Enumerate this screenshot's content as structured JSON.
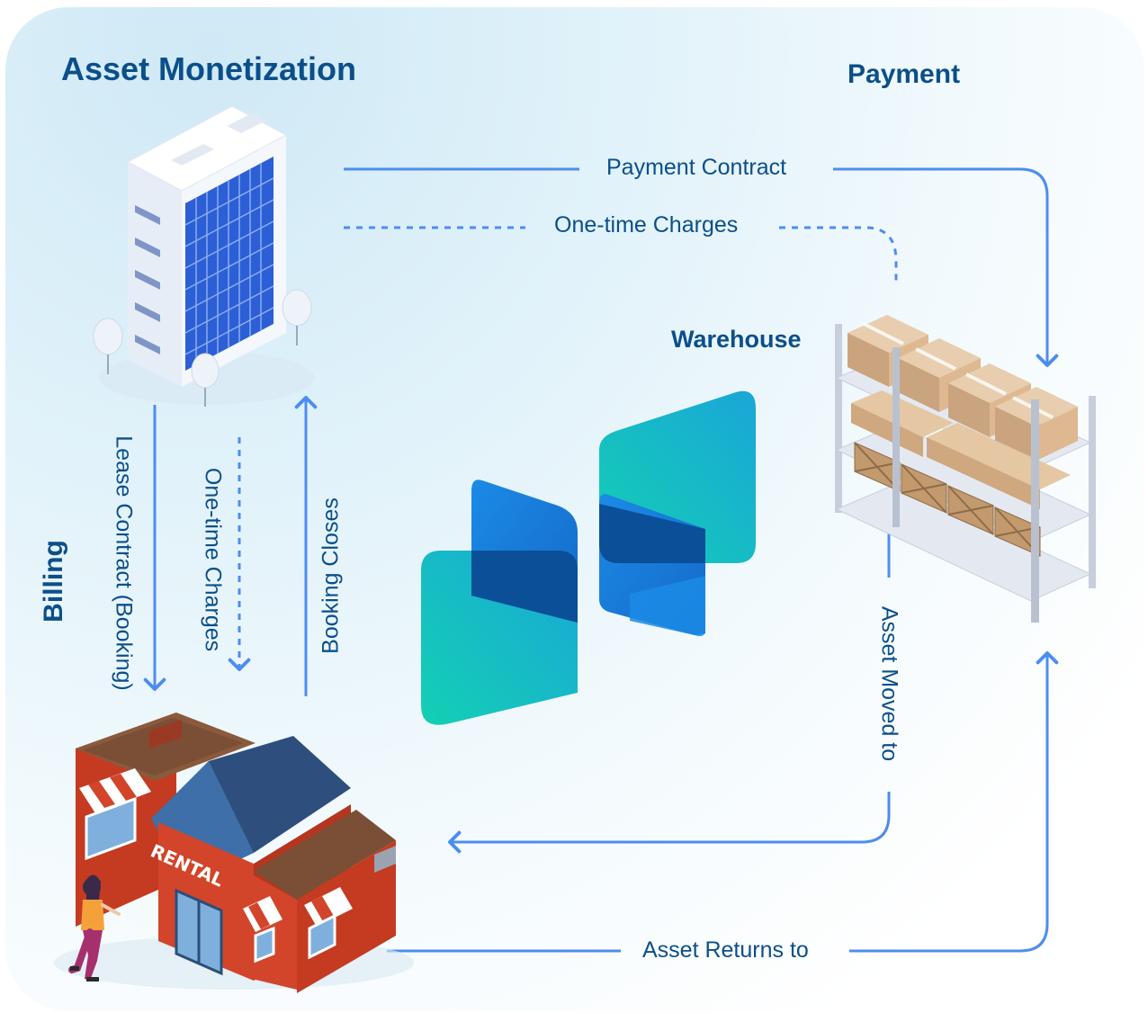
{
  "title": "Asset Monetization",
  "nodes": {
    "payment": "Payment",
    "warehouse": "Warehouse",
    "billing": "Billing",
    "store_sign": "RENTAL"
  },
  "edges": {
    "payment_contract": "Payment Contract",
    "one_time_charges_top": "One-time Charges",
    "lease_contract": "Lease Contract (Booking)",
    "one_time_charges_left": "One-time Charges",
    "booking_closes": "Booking Closes",
    "asset_moved_to": "Asset Moved to",
    "asset_returns_to": "Asset Returns to"
  },
  "colors": {
    "arrow": "#4d8df0",
    "label": "#0b4f8a",
    "logo_teal": "#12cfb3",
    "logo_blue": "#1a7fe0",
    "logo_dark": "#0a4f98"
  },
  "icons": [
    "office-building-icon",
    "warehouse-shelves-icon",
    "rental-store-icon",
    "woman-walking-icon",
    "brand-logo-icon"
  ]
}
